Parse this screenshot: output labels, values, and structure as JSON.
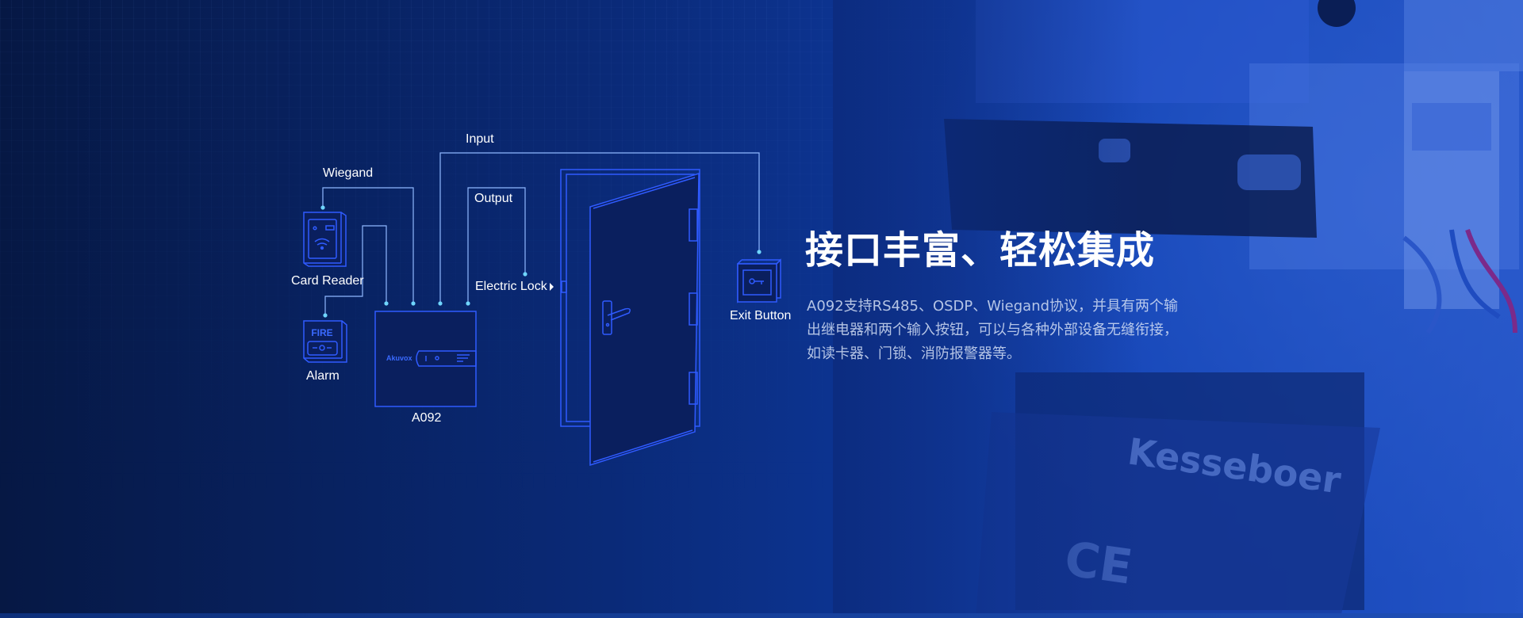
{
  "diagram": {
    "labels": {
      "input": "Input",
      "wiegand": "Wiegand",
      "output": "Output",
      "card_reader": "Card Reader",
      "electric_lock": "Electric Lock",
      "exit_button": "Exit Button",
      "alarm": "Alarm",
      "controller": "A092"
    },
    "alarm_panel_text": "FIRE",
    "controller_brand": "Akuvox",
    "line_color": "#8fb8ff",
    "node_color": "#6fd6ff",
    "device_color": "#2f5bff"
  },
  "content": {
    "headline": "接口丰富、轻松集成",
    "description": "A092支持RS485、OSDP、Wiegand协议，并具有两个输出继电器和两个输入按钮，可以与各种外部设备无缝衔接，如读卡器、门锁、消防报警器等。"
  }
}
